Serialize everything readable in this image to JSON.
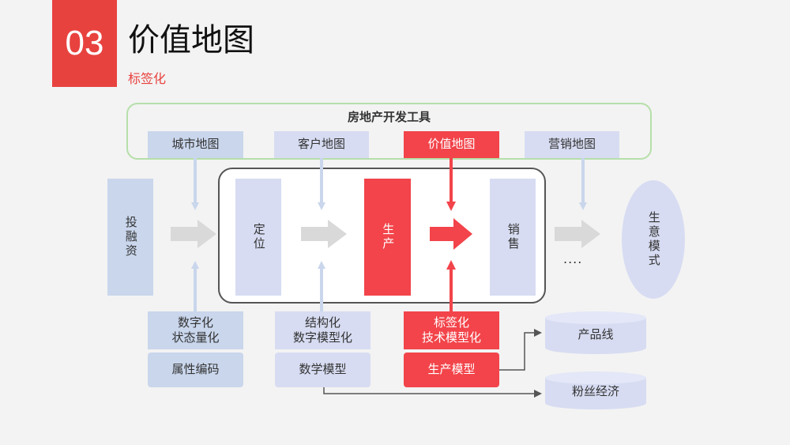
{
  "header": {
    "number": "03",
    "title": "价值地图",
    "subtitle": "标签化"
  },
  "tools": {
    "title": "房地产开发工具",
    "items": [
      "城市地图",
      "客户地图",
      "价值地图",
      "营销地图"
    ]
  },
  "flow": {
    "investment": "投融资",
    "positioning": "定位",
    "production": "生产",
    "sales": "销售",
    "ellipsis": "....",
    "ecosystem": "生意模式"
  },
  "bottom": {
    "col1": [
      "数字化\n状态量化",
      "属性编码"
    ],
    "col2": [
      "结构化\n数字模型化",
      "数学模型"
    ],
    "col3": [
      "标签化\n技术模型化",
      "生产模型"
    ]
  },
  "outputs": [
    "产品线",
    "粉丝经济"
  ],
  "colors": {
    "accent_red": "#e8423f",
    "blue_box": "#c9d6ec",
    "lavender_box": "#d7dcf2",
    "green_frame": "#b6dfaa"
  }
}
